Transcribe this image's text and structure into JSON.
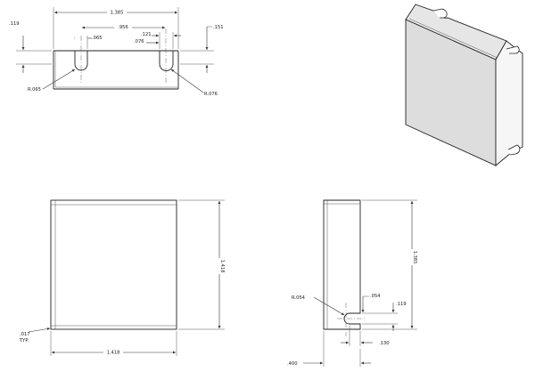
{
  "top_view": {
    "overall_width": "1.385",
    "slot_spacing": ".956",
    "slot_offset": ".121",
    "slot_width": ".076",
    "slot_left_width": ".065",
    "height_left": ".119",
    "height_right": ".151",
    "radius_left": "R.065",
    "radius_right": "R.076"
  },
  "front_view": {
    "height": "1.418",
    "width": "1.418",
    "thickness": ".017",
    "thickness_note": "TYP."
  },
  "side_view": {
    "height": "1.385",
    "radius": "R.054",
    "slot_width": ".054",
    "slot_depth": ".119",
    "slot_inset": ".130",
    "depth": ".400"
  }
}
